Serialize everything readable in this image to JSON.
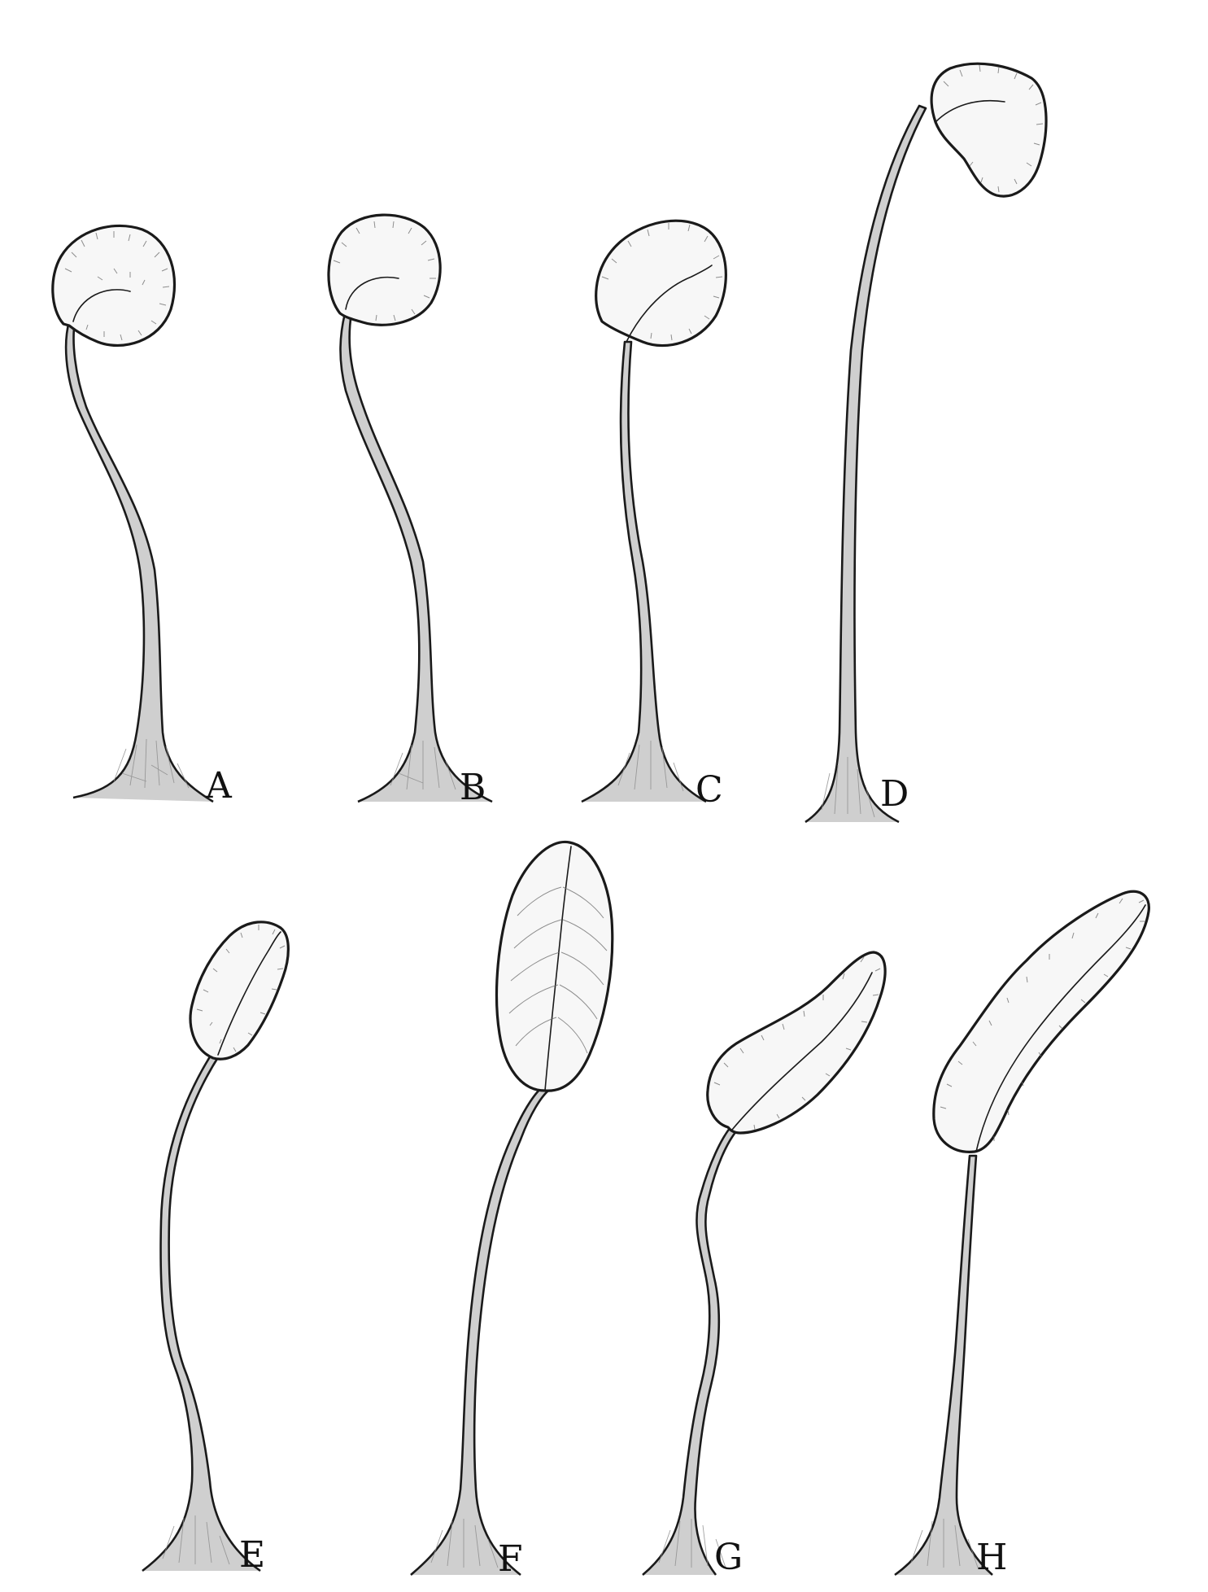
{
  "figure": {
    "labels": [
      "A",
      "B",
      "C",
      "D",
      "E",
      "F",
      "G",
      "H"
    ]
  }
}
